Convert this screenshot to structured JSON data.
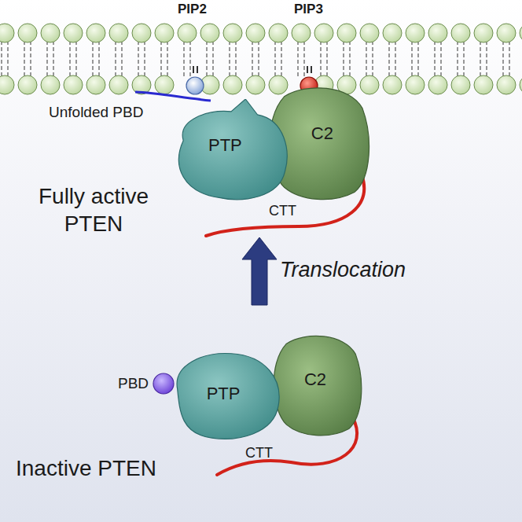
{
  "diagram": {
    "nodes": [
      {
        "text": [
          "PTP"
        ]
      },
      {
        "text": [
          "C2"
        ]
      },
      {
        "text": [
          "PTP"
        ]
      },
      {
        "text": [
          "C2"
        ]
      }
    ],
    "labels": [
      "PIP2",
      "PIP3",
      "Unfolded PBD",
      "CTT",
      "Fully active PTEN",
      "Translocation",
      "PBD",
      "CTT",
      "Inactive PTEN"
    ]
  }
}
